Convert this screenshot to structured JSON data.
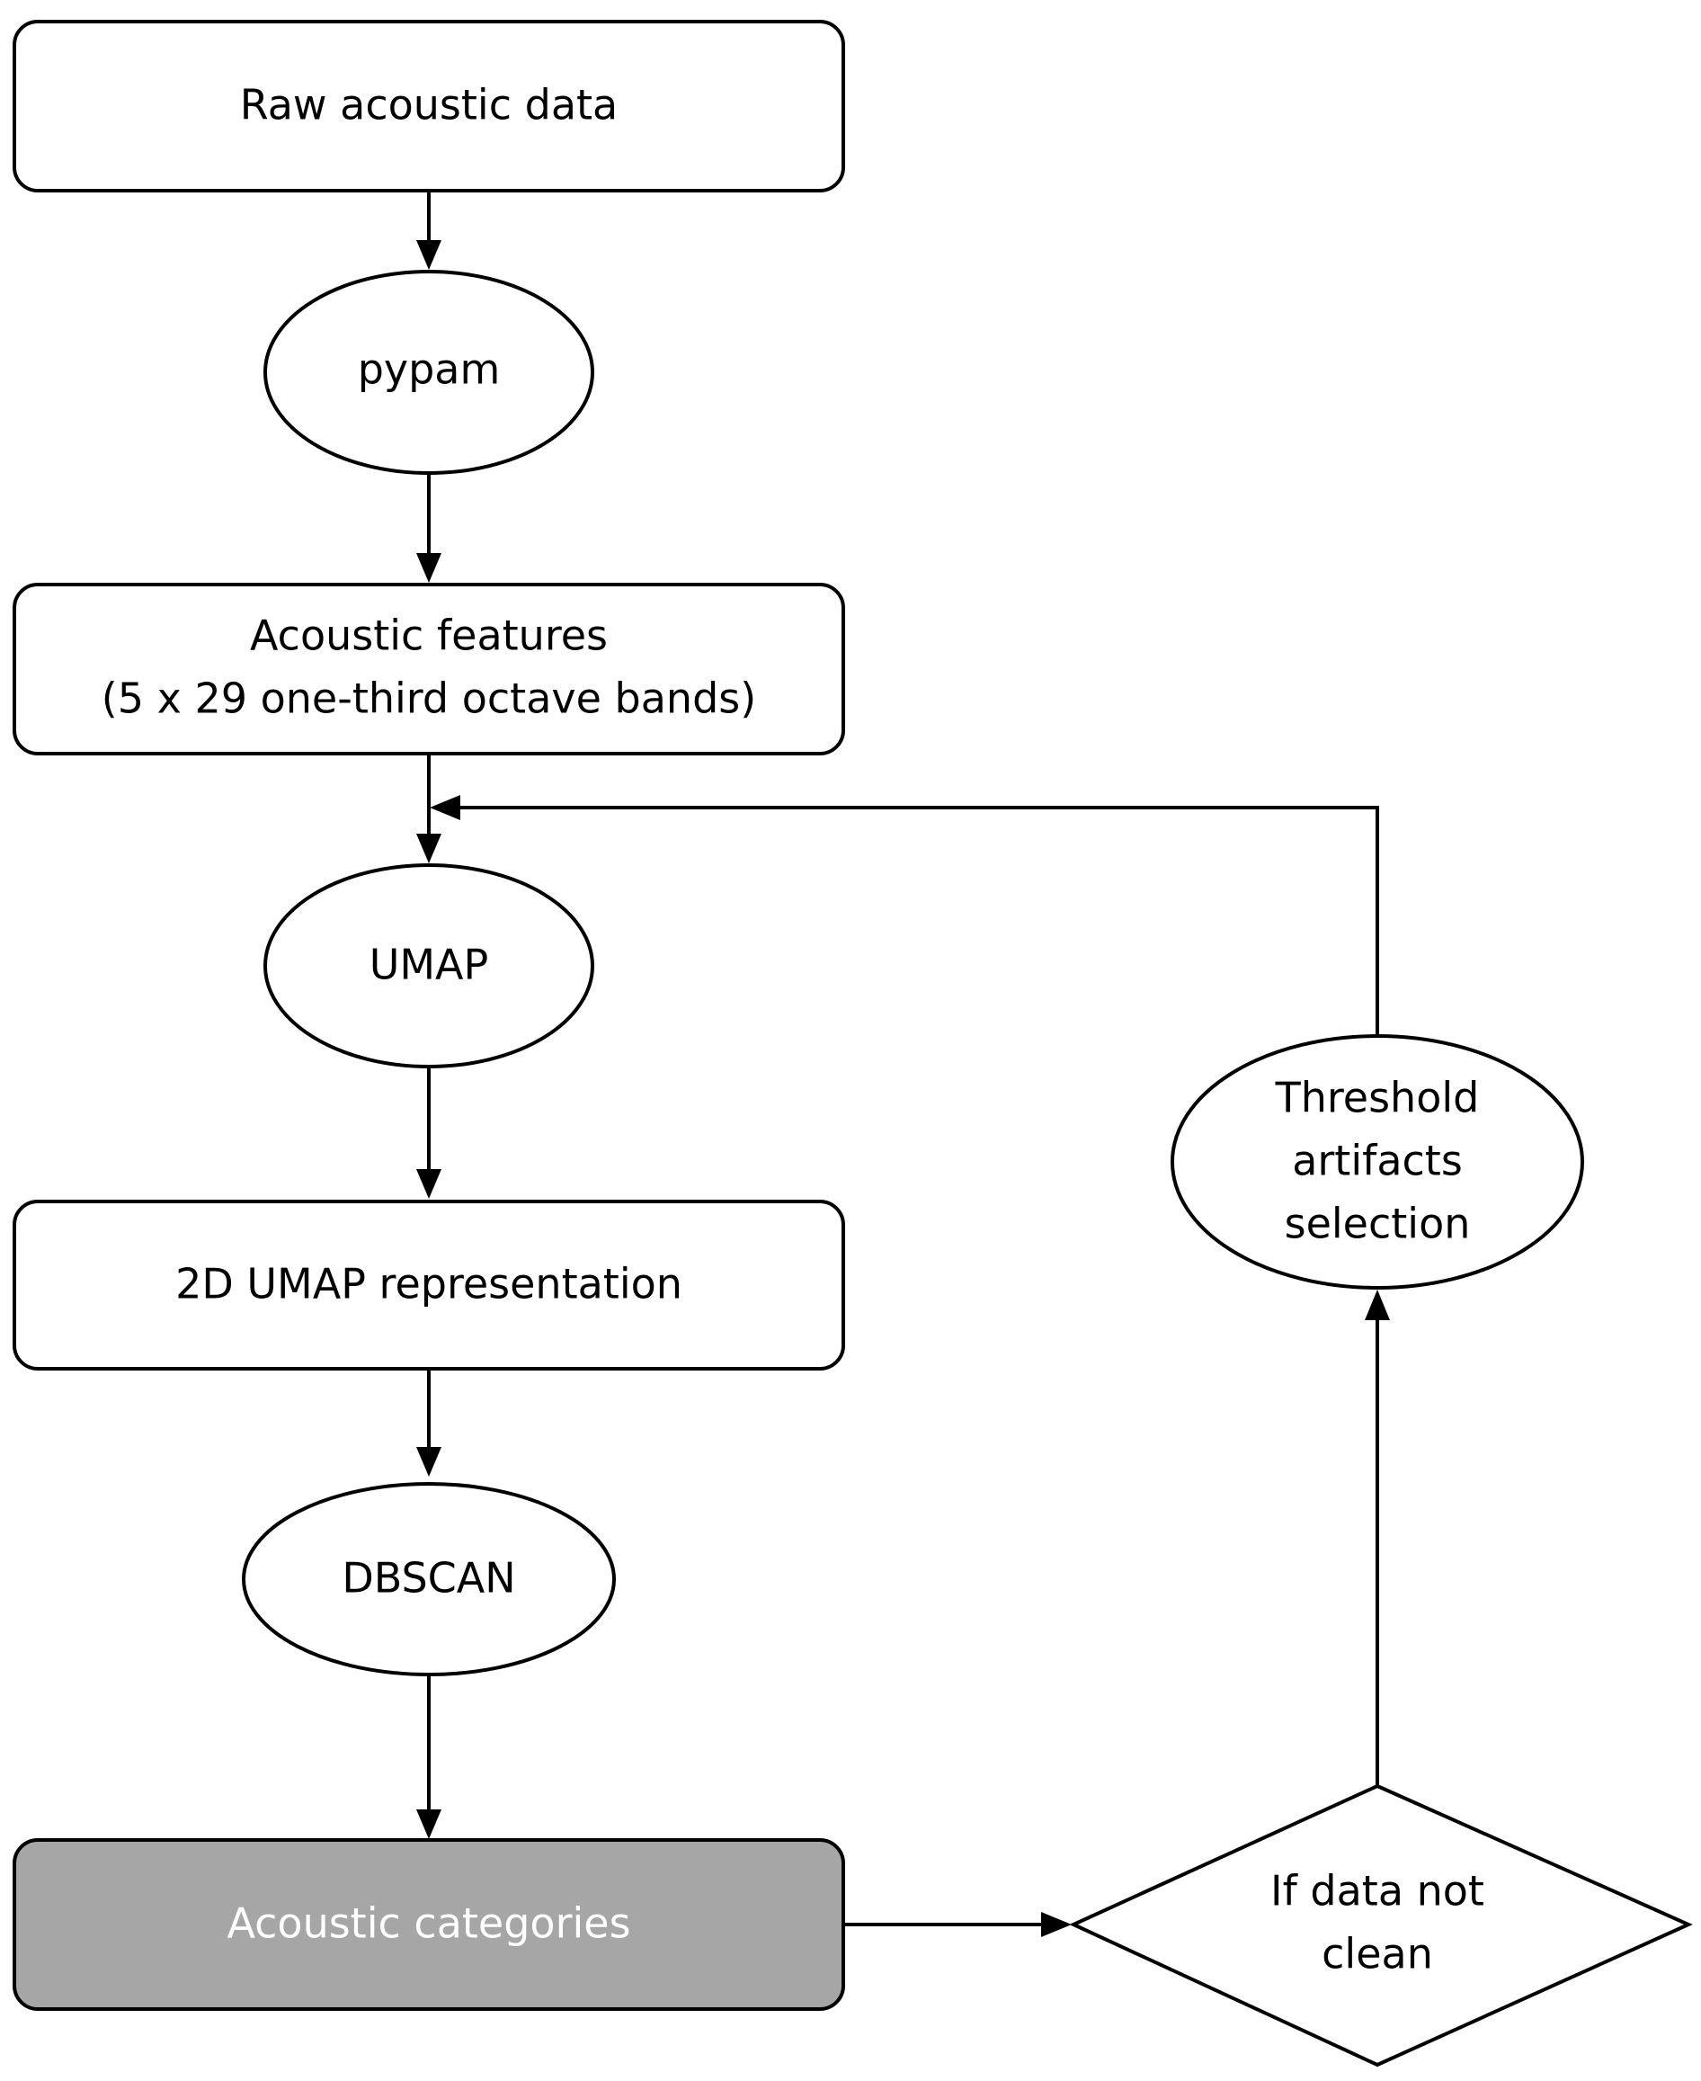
{
  "diagram": {
    "nodes": {
      "raw_data": {
        "lines": [
          "Raw acoustic data"
        ]
      },
      "pypam": {
        "lines": [
          "pypam"
        ]
      },
      "acoustic_features": {
        "lines": [
          "Acoustic features",
          "(5 x 29 one-third octave bands)"
        ]
      },
      "umap": {
        "lines": [
          "UMAP"
        ]
      },
      "umap_representation": {
        "lines": [
          "2D UMAP representation"
        ]
      },
      "dbscan": {
        "lines": [
          "DBSCAN"
        ]
      },
      "acoustic_categories": {
        "lines": [
          "Acoustic categories"
        ]
      },
      "if_not_clean": {
        "lines": [
          "If data not",
          "clean"
        ]
      },
      "threshold_selection": {
        "lines": [
          "Threshold",
          "artifacts",
          "selection"
        ]
      }
    },
    "colors": {
      "stroke": "#000000",
      "background": "#ffffff",
      "highlight_fill": "#a6a6a6",
      "highlight_text": "#ffffff"
    }
  }
}
